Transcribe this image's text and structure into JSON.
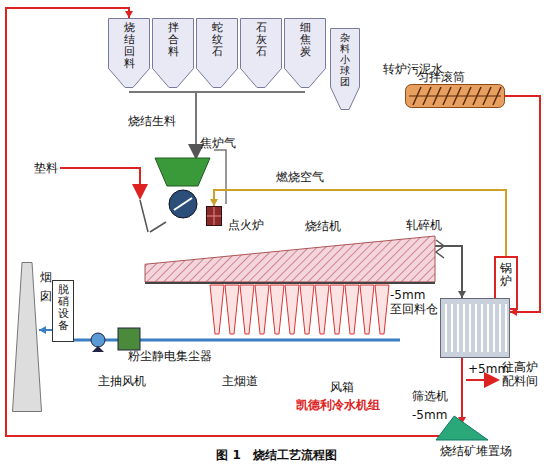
{
  "diagram": {
    "caption": "图 1　烧结工艺流程图",
    "nodes": [
      {
        "text": [
          "烧结回料"
        ]
      },
      {
        "text": [
          "拌合料"
        ]
      },
      {
        "text": [
          "蛇纹石"
        ]
      },
      {
        "text": [
          "石灰石"
        ]
      },
      {
        "text": [
          "细焦炭"
        ]
      },
      {
        "text": [
          "杂料小球团"
        ]
      },
      {
        "text": [
          "匀拌滚筒"
        ]
      },
      {
        "text": [
          "点火炉"
        ]
      },
      {
        "text": [
          "烧结机"
        ]
      },
      {
        "text": [
          "锅炉"
        ]
      },
      {
        "text": [
          "烟囱"
        ]
      },
      {
        "text": [
          "脱硝设备"
        ]
      },
      {
        "text": [
          "筛选机"
        ]
      },
      {
        "text": [
          "烧结矿堆置场"
        ]
      }
    ],
    "edges": [
      {
        "from": 13,
        "to": 0,
        "arrow": "to"
      },
      {
        "from": 6,
        "to": 12,
        "arrow": "to"
      },
      {
        "from": 8,
        "to": 12,
        "arrow": "to"
      },
      {
        "from": 12,
        "to": 13,
        "arrow": "to"
      },
      {
        "from": 9,
        "to": 7,
        "arrow": "to"
      },
      {
        "from": 11,
        "to": 10,
        "arrow": "to"
      }
    ],
    "labels": [
      "转炉污泥水",
      "烧结生料",
      "垫料",
      "焦炉气",
      "燃烧空气",
      "轧碎机",
      "-5mm 至回料仓",
      "粉尘静电集尘器",
      "主抽风机",
      "主烟道",
      "风箱",
      "凯德利冷水机组",
      "+5mm",
      "往高炉配料间",
      "-5mm"
    ]
  }
}
